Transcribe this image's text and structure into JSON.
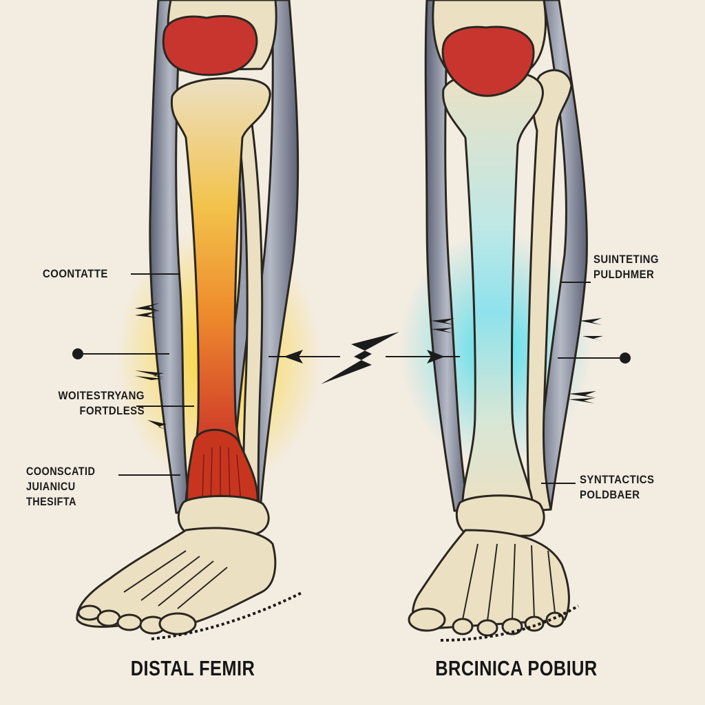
{
  "left_leg": {
    "caption": "DISTAL FEMIR",
    "labels": [
      "COONTATTE",
      "WOITESTRYANG FORTDLESS",
      "COONSCATID JUIANICU THESIFTA"
    ],
    "glow_color": "#f7c51a",
    "injury_color": "#c8351f"
  },
  "right_leg": {
    "caption": "BRCINICA POBIUR",
    "labels": [
      "SUINTETING PULDHMER",
      "SYNTTACTICS POLDBAER"
    ],
    "glow_color": "#39d3e8"
  },
  "colors": {
    "background": "#f3ece1",
    "bone": "#ece0c3",
    "bone_outline": "#2a2620",
    "muscle": "#8f95a6",
    "kneecap": "#c8352f",
    "ink": "#1b1b1b"
  },
  "icons": [
    "lightning-icon",
    "arrow-left-icon",
    "arrow-right-icon",
    "dot-marker-icon"
  ]
}
